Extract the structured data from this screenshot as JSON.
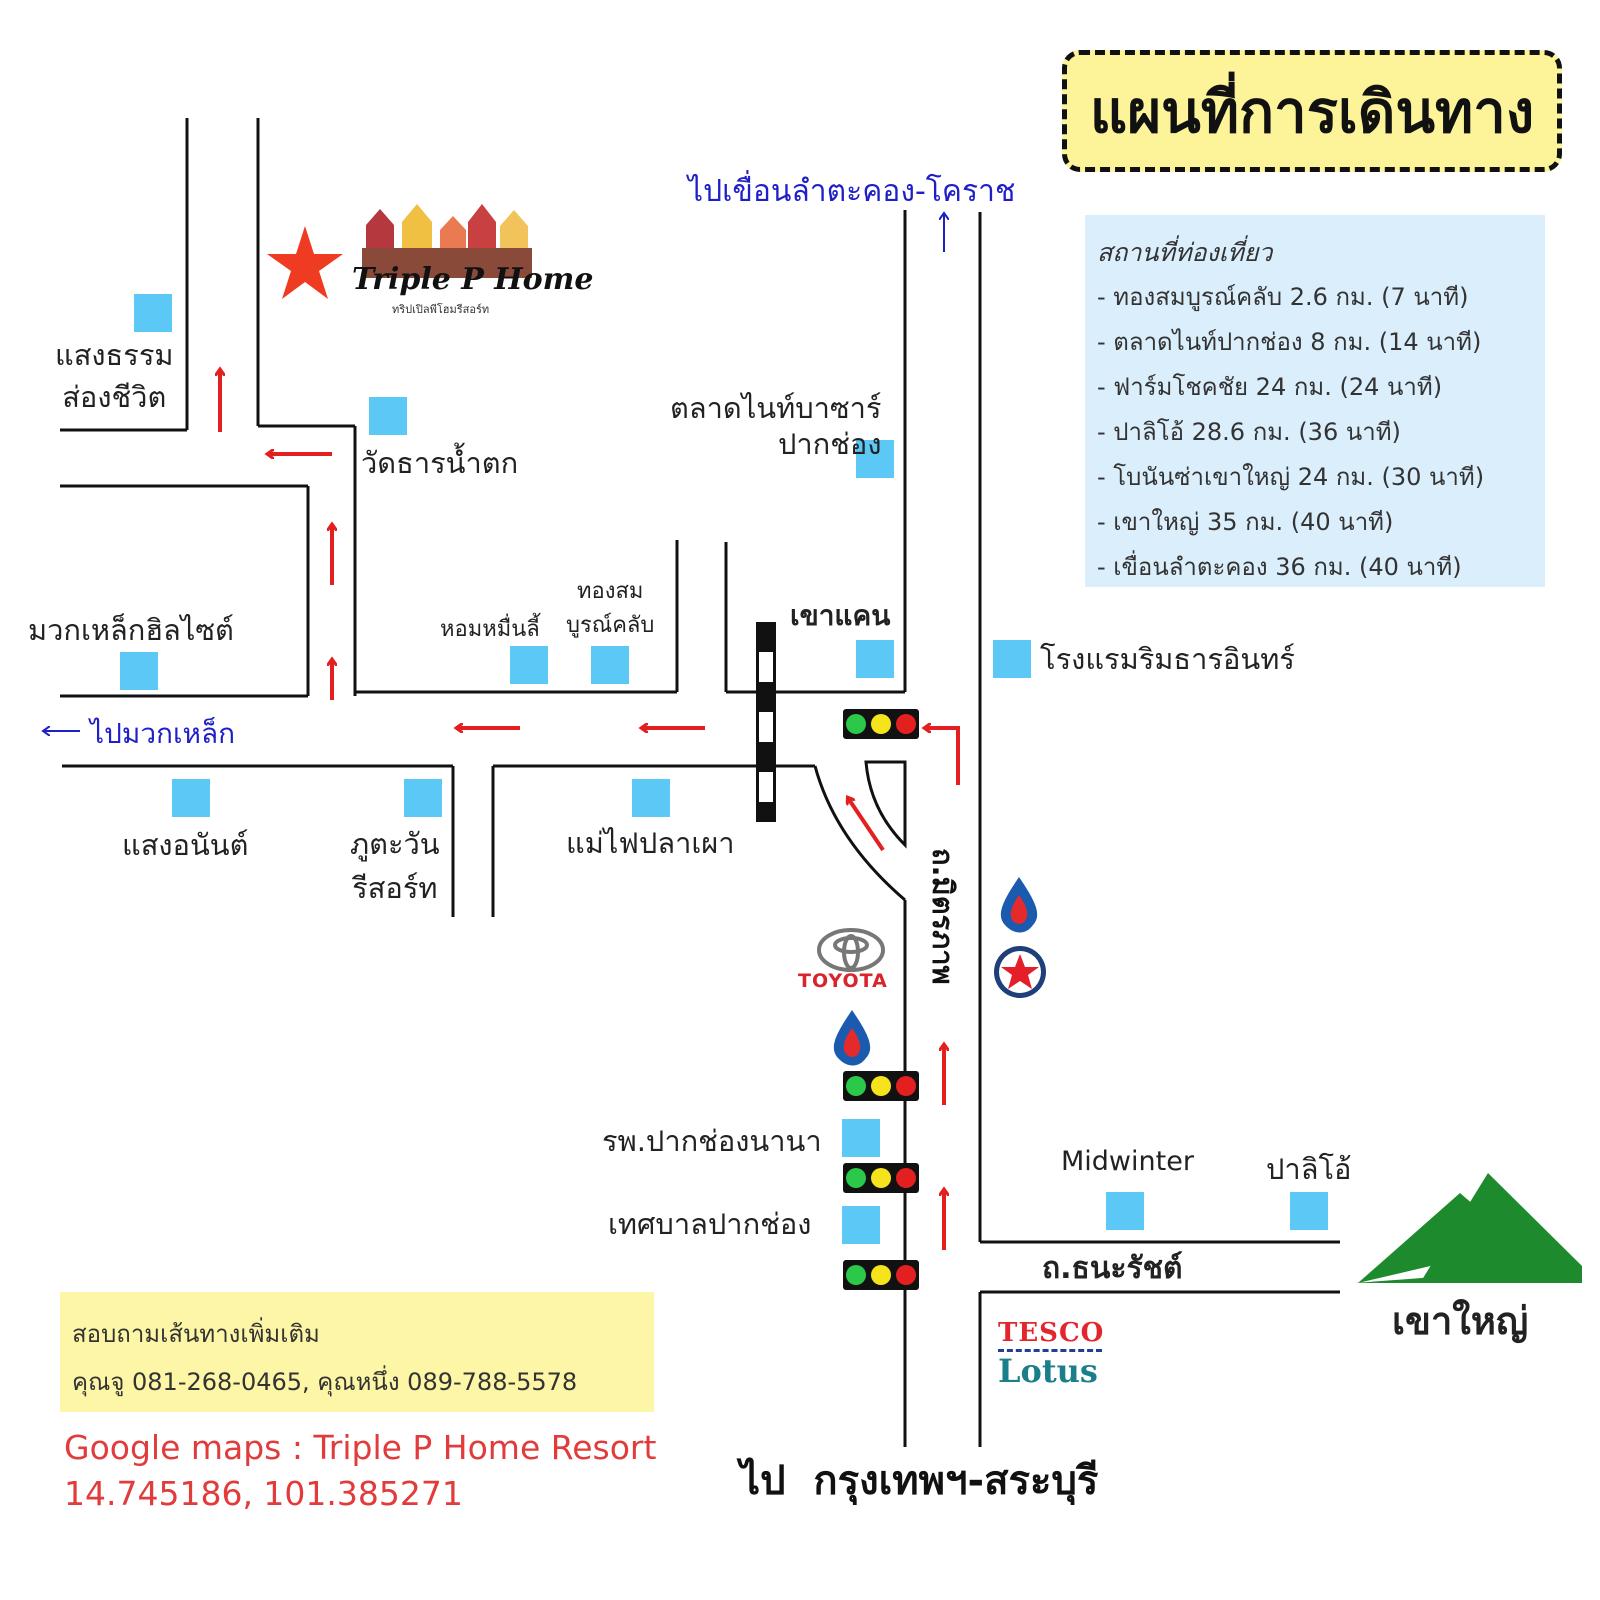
{
  "title": "แผนที่การเดินทาง",
  "directions": {
    "north": "ไปเขื่อนลำตะคอง-โคราช",
    "west": "ไปมวกเหล็ก",
    "south": "ไป  กรุงเทพฯ-สระบุรี"
  },
  "roads": {
    "mittraphap": "ถ.มิตรภาพ",
    "thanarat": "ถ.ธนะรัชต์"
  },
  "places": {
    "sangtham": "แสงธรรม\nส่องชีวิต",
    "wat": "วัดธารน้ำตก",
    "night_bazaar": "ตลาดไนท์บาซาร์\nปากช่อง",
    "muak_lek_hillside": "มวกเหล็กฮิลไซต์",
    "hom_muen_li": "หอมหมื่นลี้",
    "thongsom": "ทองสม\nบูรณ์คลับ",
    "khao_khaen": "เขาแคน",
    "rim_than_inn": "โรงแรมริมธารอินทร์",
    "sang_anan": "แสงอนันต์",
    "phu_tawan": "ภูตะวัน\nรีสอร์ท",
    "mae_fai": "แม่ไฟปลาเผา",
    "hospital": "รพ.ปากช่องนานา",
    "municipality": "เทศบาลปากช่อง",
    "midwinter": "Midwinter",
    "palio": "ปาลิโอ้",
    "khao_yai": "เขาใหญ่"
  },
  "resort_logo": {
    "name": "Triple P Home",
    "thai": "ทริปเปิลพีโฮมรีสอร์ท"
  },
  "brands": {
    "toyota": "TOYOTA",
    "tesco": "TESCO",
    "lotus": "Lotus"
  },
  "attractions": {
    "heading": "สถานที่ท่องเที่ยว",
    "items": [
      "- ทองสมบูรณ์คลับ 2.6 กม. (7 นาที)",
      "- ตลาดไนท์ปากช่อง 8 กม. (14 นาที)",
      "- ฟาร์มโชคชัย 24 กม. (24 นาที)",
      "- ปาลิโอ้ 28.6 กม. (36 นาที)",
      "- โบนันซ่าเขาใหญ่ 24 กม. (30 นาที)",
      "- เขาใหญ่ 35 กม. (40 นาที)",
      "- เขื่อนลำตะคอง 36 กม. (40 นาที)"
    ]
  },
  "contact": {
    "line1": "สอบถามเส้นทางเพิ่มเติม",
    "line2": "คุณจู 081-268-0465, คุณหนึ่ง 089-788-5578"
  },
  "google_maps": {
    "label": "Google maps : Triple P Home Resort",
    "coords": "14.745186, 101.385271"
  },
  "colors": {
    "road": "#111111",
    "route_arrow": "#e41f1f",
    "landmark": "#5bc8f5",
    "title_bg": "#fdf49a",
    "attractions_bg": "#dbeefc",
    "contact_bg": "#fdf6a6",
    "mountain": "#1e8a2e",
    "direction_text": "#1f1fc8"
  }
}
